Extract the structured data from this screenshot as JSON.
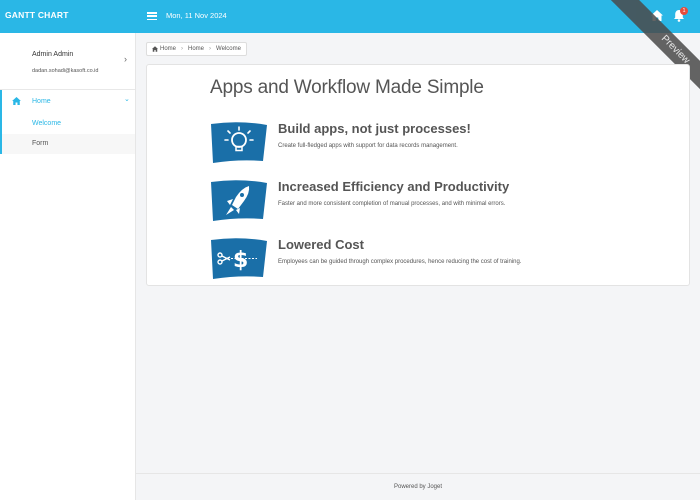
{
  "header": {
    "brand": "GANTT CHART",
    "date": "Mon, 11 Nov 2024",
    "notification_count": "1",
    "ribbon": "Preview"
  },
  "user": {
    "name": "Admin Admin",
    "email": "dadan.sohadi@kasoft.co.id"
  },
  "menu": {
    "home_label": "Home",
    "items": [
      "Welcome",
      "Form"
    ]
  },
  "breadcrumb": [
    "Home",
    "Home",
    "Welcome"
  ],
  "content": {
    "title": "Apps and Workflow Made Simple",
    "features": [
      {
        "title": "Build apps, not just processes!",
        "desc": "Create full-fledged apps with support for data records management.",
        "icon": "lightbulb-icon"
      },
      {
        "title": "Increased Efficiency and Productivity",
        "desc": "Faster and more consistent completion of manual processes, and with minimal errors.",
        "icon": "rocket-icon"
      },
      {
        "title": "Lowered Cost",
        "desc": "Employees can be guided through complex procedures, hence reducing the cost of training.",
        "icon": "dollar-scissors-icon"
      }
    ]
  },
  "footer": {
    "text": "Powered by Joget"
  },
  "colors": {
    "accent": "#2ab7e6",
    "icon_blue": "#1a6fa8",
    "badge": "#e74c3c"
  }
}
